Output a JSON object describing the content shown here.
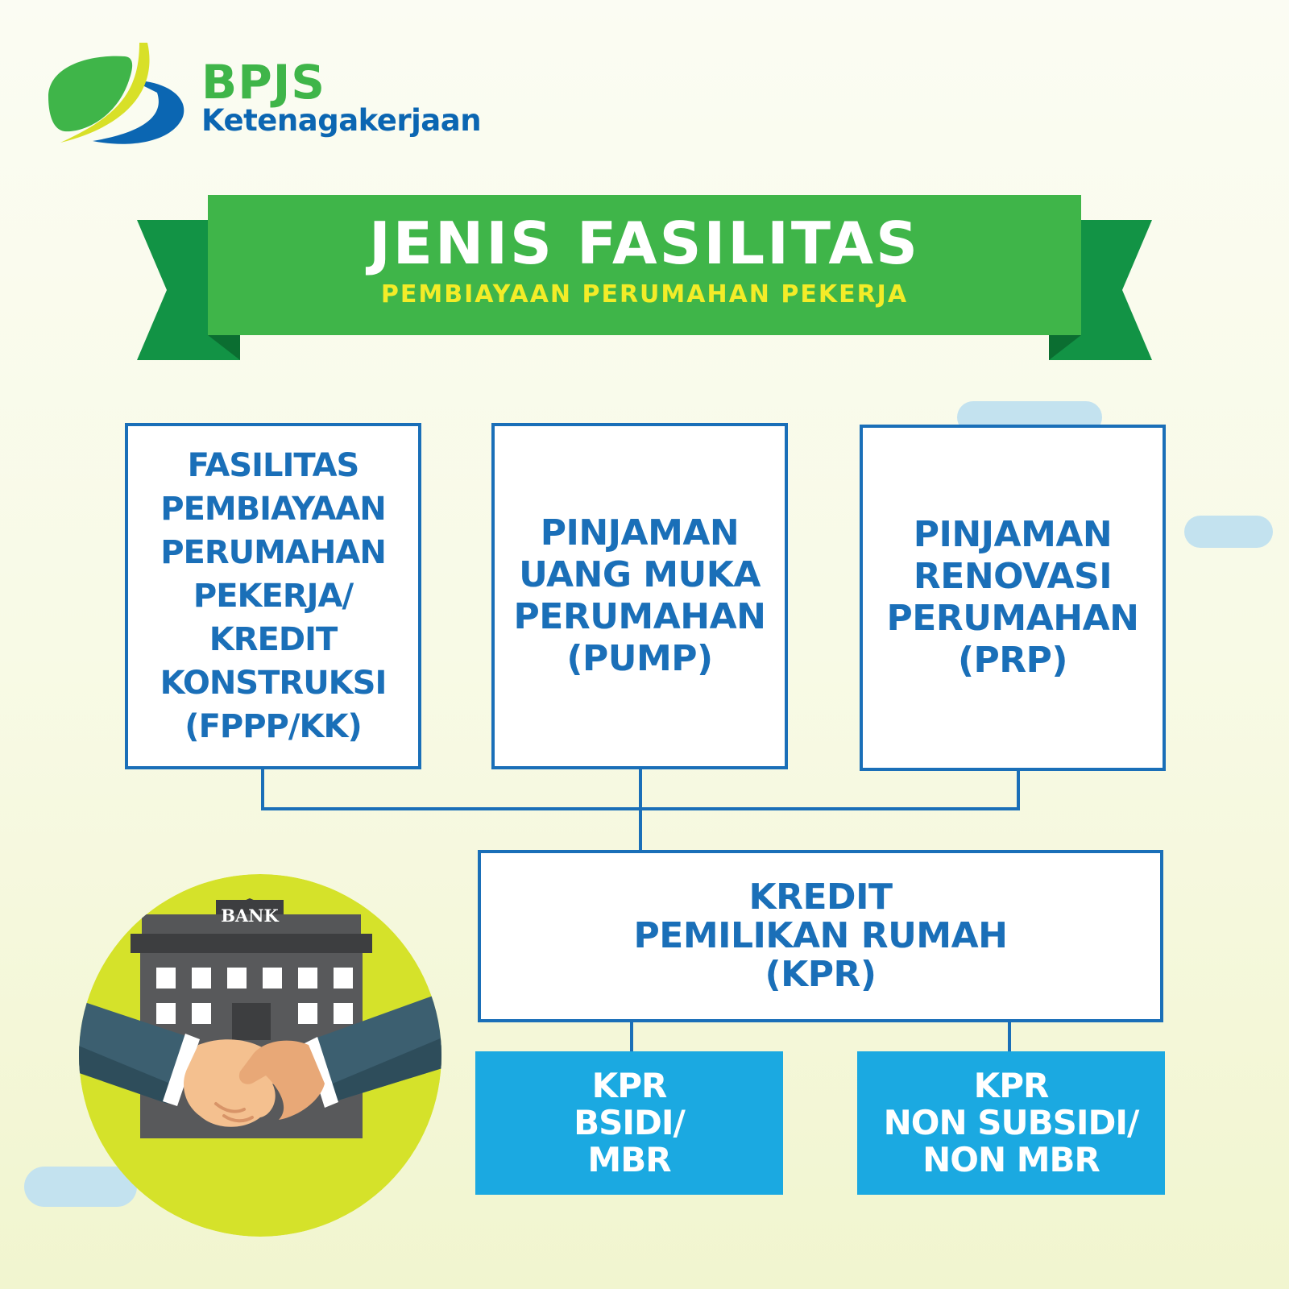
{
  "logo": {
    "brand": "BPJS",
    "subtitle": "Ketenagakerjaan"
  },
  "ribbon": {
    "title": "JENIS FASILITAS",
    "subtitle": "PEMBIAYAAN PERUMAHAN PEKERJA"
  },
  "facilities": [
    {
      "text": "FASILITAS\nPEMBIAYAAN\nPERUMAHAN\nPEKERJA/\nKREDIT\nKONSTRUKSI\n(FPPP/KK)"
    },
    {
      "text": "PINJAMAN\nUANG MUKA\nPERUMAHAN\n(PUMP)"
    },
    {
      "text": "PINJAMAN\nRENOVASI\nPERUMAHAN\n(PRP)"
    }
  ],
  "kpr": {
    "text": "KREDIT\nPEMILIKAN RUMAH\n(KPR)",
    "children": [
      {
        "text": "KPR\nBSIDI/\nMBR"
      },
      {
        "text": "KPR\nNON SUBSIDI/\nNON MBR"
      }
    ]
  },
  "illustration": {
    "bank_sign": "BANK"
  },
  "colors": {
    "brand_green": "#3fb549",
    "ribbon_dark_green": "#129345",
    "brand_blue": "#1a6fb8",
    "light_blue": "#1ba9e1",
    "accent_yellow": "#f3ec28",
    "circle_lime": "#d5e22a"
  }
}
